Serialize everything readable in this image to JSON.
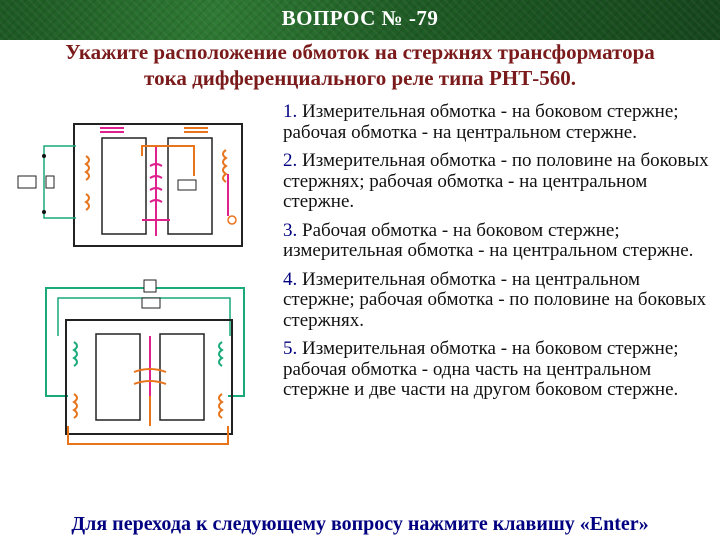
{
  "header": {
    "title": "ВОПРОС № -79"
  },
  "question": {
    "line1": "Укажите расположение обмоток на стержнях трансформатора",
    "line2": "тока дифференциального реле типа РНТ-560."
  },
  "answers": [
    {
      "num": "1.",
      "text": "Измерительная обмотка - на боковом стержне; рабочая обмотка - на центральном стержне."
    },
    {
      "num": "2.",
      "text": "Измерительная обмотка - по половине на боковых стержнях; рабочая обмотка - на центральном стержне."
    },
    {
      "num": "3.",
      "text": "Рабочая обмотка - на боковом стержне; измерительная обмотка - на центральном стержне."
    },
    {
      "num": "4.",
      "text": "Измерительная обмотка - на центральном стержне; рабочая обмотка - по половине на боковых стержнях."
    },
    {
      "num": "5.",
      "text": "Измерительная обмотка - на боковом стержне; рабочая обмотка - одна часть на центральном стержне и две части на другом боковом стержне."
    }
  ],
  "footer": {
    "prefix": "Для перехода к следующему вопросу нажмите клавишу ",
    "key": "«Enter»"
  },
  "colors": {
    "header_green": "#1f5a25",
    "question": "#7a1a1a",
    "footer": "#000080",
    "winding_orange": "#e8741c",
    "winding_magenta": "#e0208c",
    "wire_green": "#1aa97a"
  }
}
